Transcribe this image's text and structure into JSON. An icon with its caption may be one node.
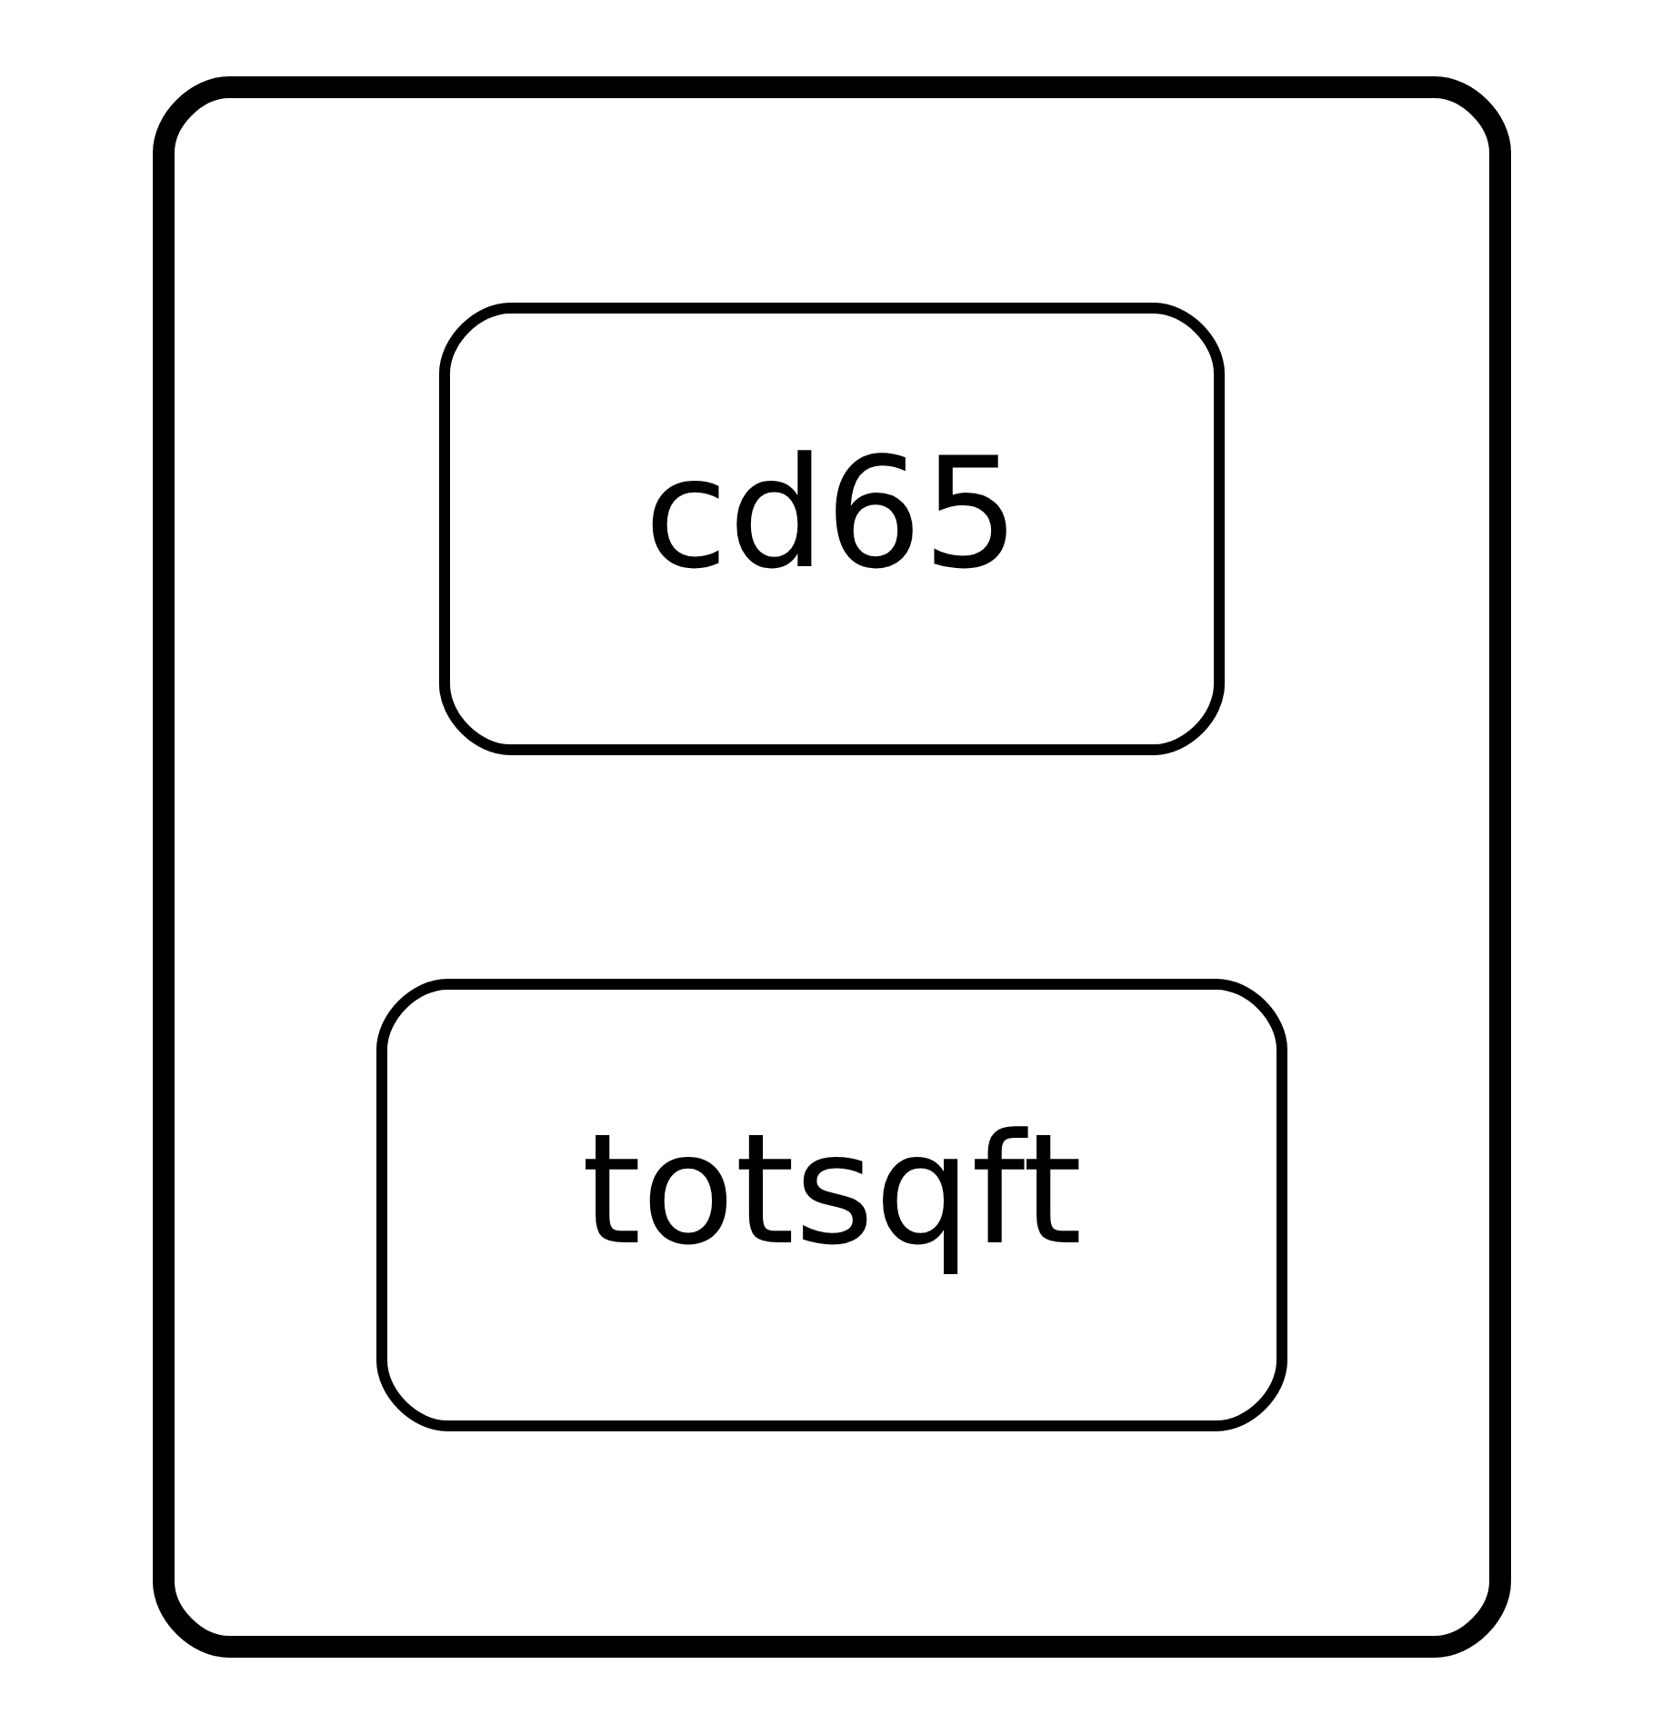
{
  "diagram": {
    "nodes": [
      {
        "text": [],
        "shape": "box"
      },
      {
        "text": [
          "cd65"
        ],
        "in": 0
      },
      {
        "text": [
          "totsqft"
        ],
        "in": 0
      }
    ]
  }
}
